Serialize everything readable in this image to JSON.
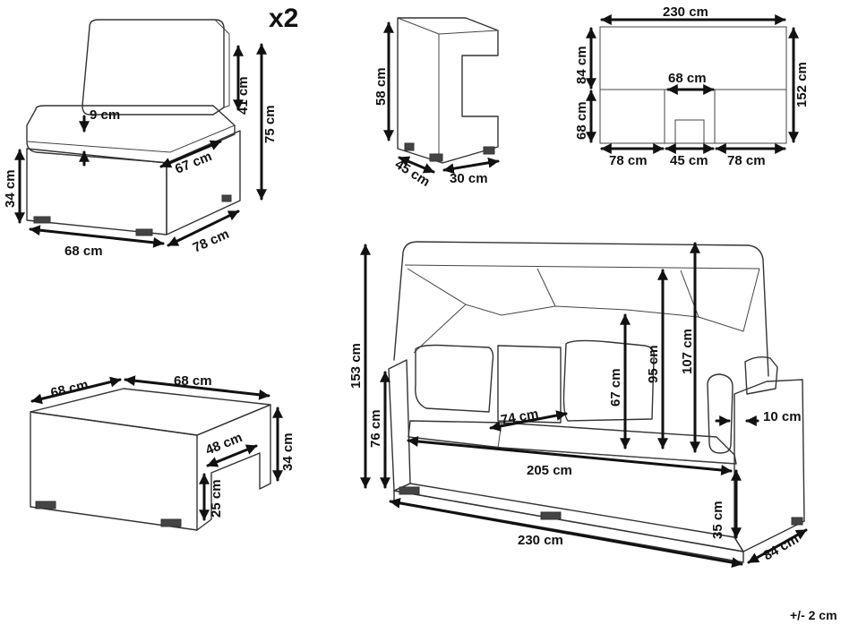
{
  "multiplier": "x2",
  "tolerance": "+/- 2 cm",
  "chair": {
    "cushion_gap": "9 cm",
    "back_height": "41 cm",
    "total_height": "75 cm",
    "seat_depth": "67 cm",
    "seat_height": "34 cm",
    "width": "68 cm",
    "depth": "78 cm"
  },
  "side_table": {
    "height": "58 cm",
    "depth": "45 cm",
    "width": "30 cm"
  },
  "plan": {
    "total_width": "230 cm",
    "depth_back": "84 cm",
    "depth_front": "68 cm",
    "total_depth": "152 cm",
    "ottoman_inner": "68 cm",
    "left_width": "78 cm",
    "mid_width": "45 cm",
    "right_width": "78 cm"
  },
  "ottoman": {
    "depth": "68 cm",
    "width": "68 cm",
    "height": "34 cm",
    "inner_depth": "48 cm",
    "inner_height": "25 cm"
  },
  "daybed": {
    "canopy_height": "153 cm",
    "back_height": "76 cm",
    "cushion_height": "67 cm",
    "canopy_inner": "95 cm",
    "canopy_top": "107 cm",
    "seat_depth": "74 cm",
    "arm_width": "10 cm",
    "seat_width": "205 cm",
    "seat_height": "35 cm",
    "total_width": "230 cm",
    "depth": "84 cm"
  }
}
